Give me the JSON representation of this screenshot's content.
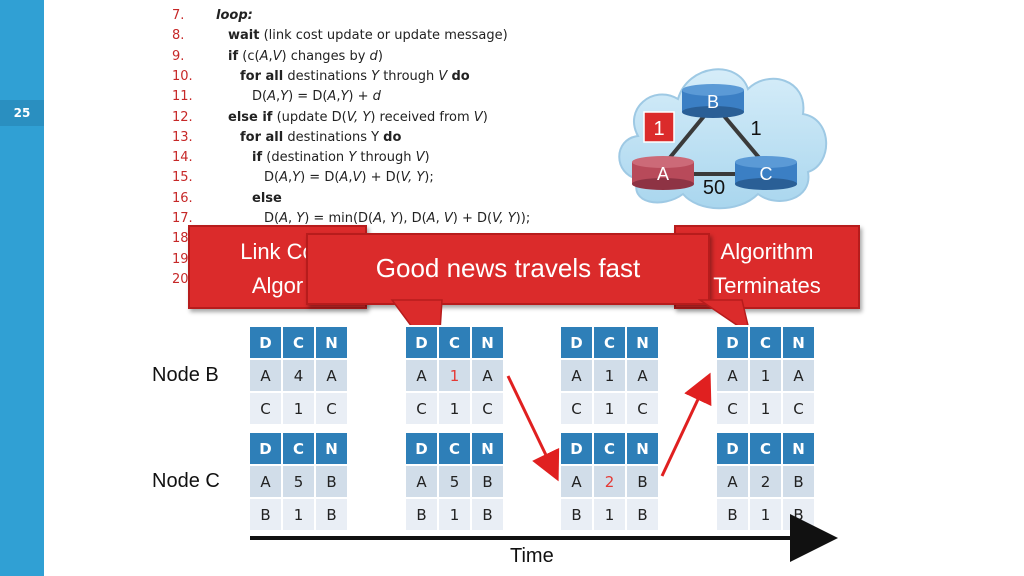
{
  "slide_number": "25",
  "code": [
    {
      "num": "7.",
      "parts": [
        {
          "t": "loop:",
          "s": "kw-i"
        }
      ]
    },
    {
      "num": "8.",
      "indent": 1,
      "parts": [
        {
          "t": "wait",
          "s": "kw"
        },
        {
          "t": " (link cost update or update message)"
        }
      ]
    },
    {
      "num": "9.",
      "indent": 1,
      "parts": [
        {
          "t": "if",
          "s": "kw"
        },
        {
          "t": " (c("
        },
        {
          "t": "A",
          "s": "i"
        },
        {
          "t": ","
        },
        {
          "t": "V",
          "s": "i"
        },
        {
          "t": ") changes by "
        },
        {
          "t": "d",
          "s": "i"
        },
        {
          "t": ")"
        }
      ]
    },
    {
      "num": "10.",
      "indent": 2,
      "parts": [
        {
          "t": "for all",
          "s": "kw"
        },
        {
          "t": " destinations "
        },
        {
          "t": "Y",
          "s": "i"
        },
        {
          "t": " through "
        },
        {
          "t": "V",
          "s": "i"
        },
        {
          "t": " "
        },
        {
          "t": "do",
          "s": "kw"
        }
      ]
    },
    {
      "num": "11.",
      "indent": 3,
      "parts": [
        {
          "t": "D("
        },
        {
          "t": "A",
          "s": "i"
        },
        {
          "t": ","
        },
        {
          "t": "Y",
          "s": "i"
        },
        {
          "t": ") =  D("
        },
        {
          "t": "A",
          "s": "i"
        },
        {
          "t": ","
        },
        {
          "t": "Y",
          "s": "i"
        },
        {
          "t": ") + "
        },
        {
          "t": "d",
          "s": "i"
        }
      ]
    },
    {
      "num": "12.",
      "indent": 1,
      "parts": [
        {
          "t": "else if",
          "s": "kw"
        },
        {
          "t": " (update D("
        },
        {
          "t": "V, Y",
          "s": "i"
        },
        {
          "t": ") received from "
        },
        {
          "t": "V",
          "s": "i"
        },
        {
          "t": ")"
        }
      ]
    },
    {
      "num": "13.",
      "indent": 2,
      "parts": [
        {
          "t": "for all",
          "s": "kw"
        },
        {
          "t": " destinations Y "
        },
        {
          "t": "do",
          "s": "kw"
        }
      ]
    },
    {
      "num": "14.",
      "indent": 3,
      "parts": [
        {
          "t": "if",
          "s": "kw"
        },
        {
          "t": " (destination "
        },
        {
          "t": "Y",
          "s": "i"
        },
        {
          "t": " through "
        },
        {
          "t": "V",
          "s": "i"
        },
        {
          "t": ")"
        }
      ]
    },
    {
      "num": "15.",
      "indent": 4,
      "parts": [
        {
          "t": "D("
        },
        {
          "t": "A",
          "s": "i"
        },
        {
          "t": ","
        },
        {
          "t": "Y",
          "s": "i"
        },
        {
          "t": ") = D("
        },
        {
          "t": "A",
          "s": "i"
        },
        {
          "t": ","
        },
        {
          "t": "V",
          "s": "i"
        },
        {
          "t": ") + D("
        },
        {
          "t": "V, Y",
          "s": "i"
        },
        {
          "t": ");"
        }
      ]
    },
    {
      "num": "16.",
      "indent": 3,
      "parts": [
        {
          "t": "else",
          "s": "kw"
        }
      ]
    },
    {
      "num": "17.",
      "indent": 4,
      "parts": [
        {
          "t": "D("
        },
        {
          "t": "A",
          "s": "i"
        },
        {
          "t": ", "
        },
        {
          "t": "Y",
          "s": "i"
        },
        {
          "t": ") = min(D("
        },
        {
          "t": "A",
          "s": "i"
        },
        {
          "t": ", "
        },
        {
          "t": "Y",
          "s": "i"
        },
        {
          "t": "), D("
        },
        {
          "t": "A",
          "s": "i"
        },
        {
          "t": ", "
        },
        {
          "t": "V",
          "s": "i"
        },
        {
          "t": ") + D("
        },
        {
          "t": "V, Y",
          "s": "i"
        },
        {
          "t": "));"
        }
      ]
    },
    {
      "num": "18",
      "parts": []
    },
    {
      "num": "19",
      "parts": []
    },
    {
      "num": "20",
      "parts": []
    }
  ],
  "callouts": {
    "left": {
      "line1": "Link Co",
      "line2": "Algor"
    },
    "center": {
      "text": "Good news travels fast"
    },
    "right": {
      "line1": "Algorithm",
      "line2": "Terminates"
    }
  },
  "network": {
    "nodes": {
      "b": "B",
      "a": "A",
      "c": "C"
    },
    "link_ab_cost": "1",
    "link_bc_cost": "1",
    "link_ac_cost": "50"
  },
  "table_headers": [
    "D",
    "C",
    "N"
  ],
  "rows_label_b": "Node B",
  "rows_label_c": "Node C",
  "node_b_tables": [
    [
      [
        "A",
        "4",
        "A"
      ],
      [
        "C",
        "1",
        "C"
      ]
    ],
    [
      [
        "A",
        "1",
        "A"
      ],
      [
        "C",
        "1",
        "C"
      ]
    ],
    [
      [
        "A",
        "1",
        "A"
      ],
      [
        "C",
        "1",
        "C"
      ]
    ],
    [
      [
        "A",
        "1",
        "A"
      ],
      [
        "C",
        "1",
        "C"
      ]
    ]
  ],
  "node_c_tables": [
    [
      [
        "A",
        "5",
        "B"
      ],
      [
        "B",
        "1",
        "B"
      ]
    ],
    [
      [
        "A",
        "5",
        "B"
      ],
      [
        "B",
        "1",
        "B"
      ]
    ],
    [
      [
        "A",
        "2",
        "B"
      ],
      [
        "B",
        "1",
        "B"
      ]
    ],
    [
      [
        "A",
        "2",
        "B"
      ],
      [
        "B",
        "1",
        "B"
      ]
    ]
  ],
  "highlight_color": "#e53935",
  "callout_color": "#db2b2b",
  "header_color": "#2e7fb8",
  "time_label": "Time"
}
